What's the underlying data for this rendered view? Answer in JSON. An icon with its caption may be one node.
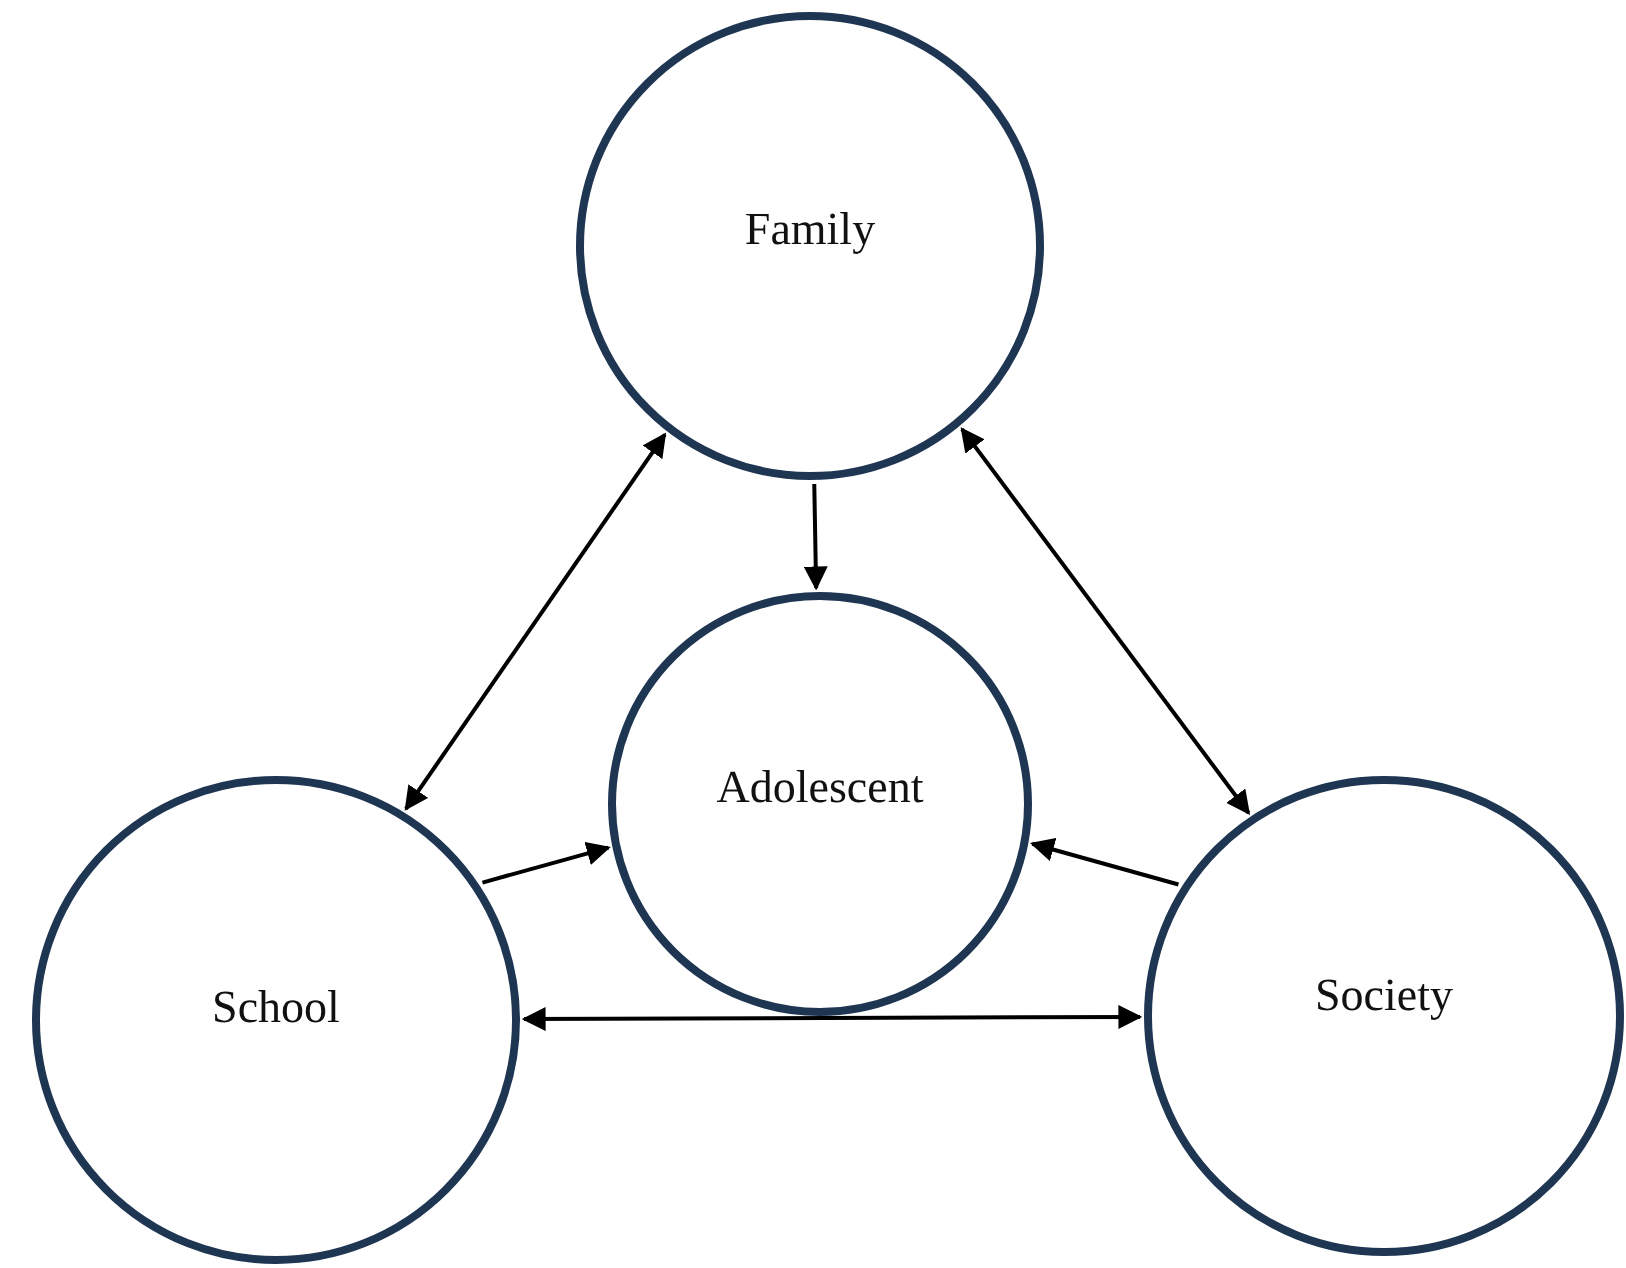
{
  "diagram": {
    "nodes": [
      {
        "text": [
          "Family"
        ]
      },
      {
        "text": [
          "Adolescent"
        ]
      },
      {
        "text": [
          "School"
        ]
      },
      {
        "text": [
          "Society"
        ]
      }
    ],
    "edges": [
      {
        "from": 0,
        "to": 1,
        "arrow": "to"
      },
      {
        "from": 2,
        "to": 0,
        "arrow": "both"
      },
      {
        "from": 3,
        "to": 0,
        "arrow": "both"
      },
      {
        "from": 2,
        "to": 1,
        "arrow": "to"
      },
      {
        "from": 3,
        "to": 1,
        "arrow": "to"
      },
      {
        "from": 2,
        "to": 3,
        "arrow": "both"
      }
    ]
  }
}
